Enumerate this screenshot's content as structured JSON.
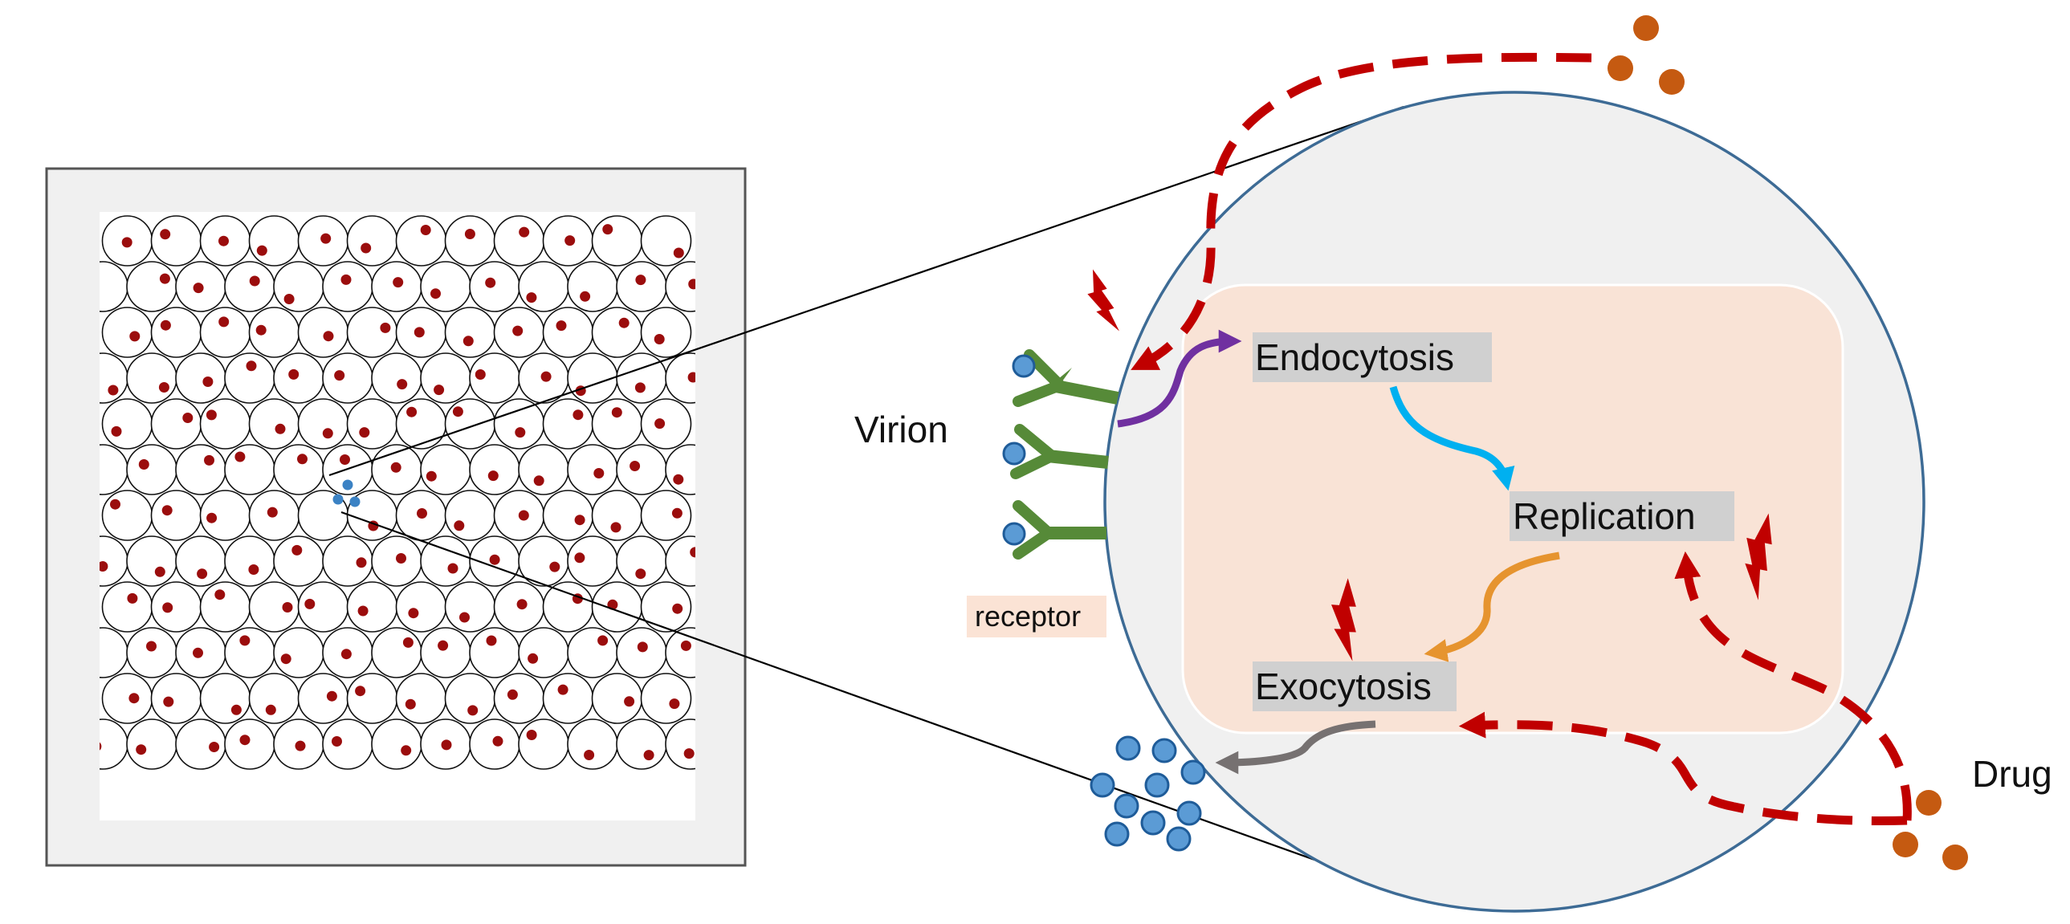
{
  "labels": {
    "virion": "Virion",
    "receptor": "receptor",
    "drug": "Drug",
    "endocytosis": "Endocytosis",
    "replication": "Replication",
    "exocytosis": "Exocytosis"
  },
  "colors": {
    "cell_fill": "#f0f0f0",
    "cell_stroke": "#3d6b95",
    "cytoplasm_fill": "#f9e3d6",
    "process_label_bg": "#d0d0d0",
    "receptor_green": "#568a38",
    "virion_blue": "#5b9bd5",
    "virion_stroke": "#1f5c99",
    "drug_orange": "#c55a11",
    "drug_path_red": "#c00000",
    "infected_dot": "#9b0d0d",
    "arrow_purple": "#7030a0",
    "arrow_cyan": "#00b0f0",
    "arrow_orange": "#e6942f",
    "arrow_gray": "#767171",
    "receptor_label_bg": "#fbe3d5"
  },
  "tissue": {
    "rows": 12,
    "highlight": "central cell contains virions"
  }
}
